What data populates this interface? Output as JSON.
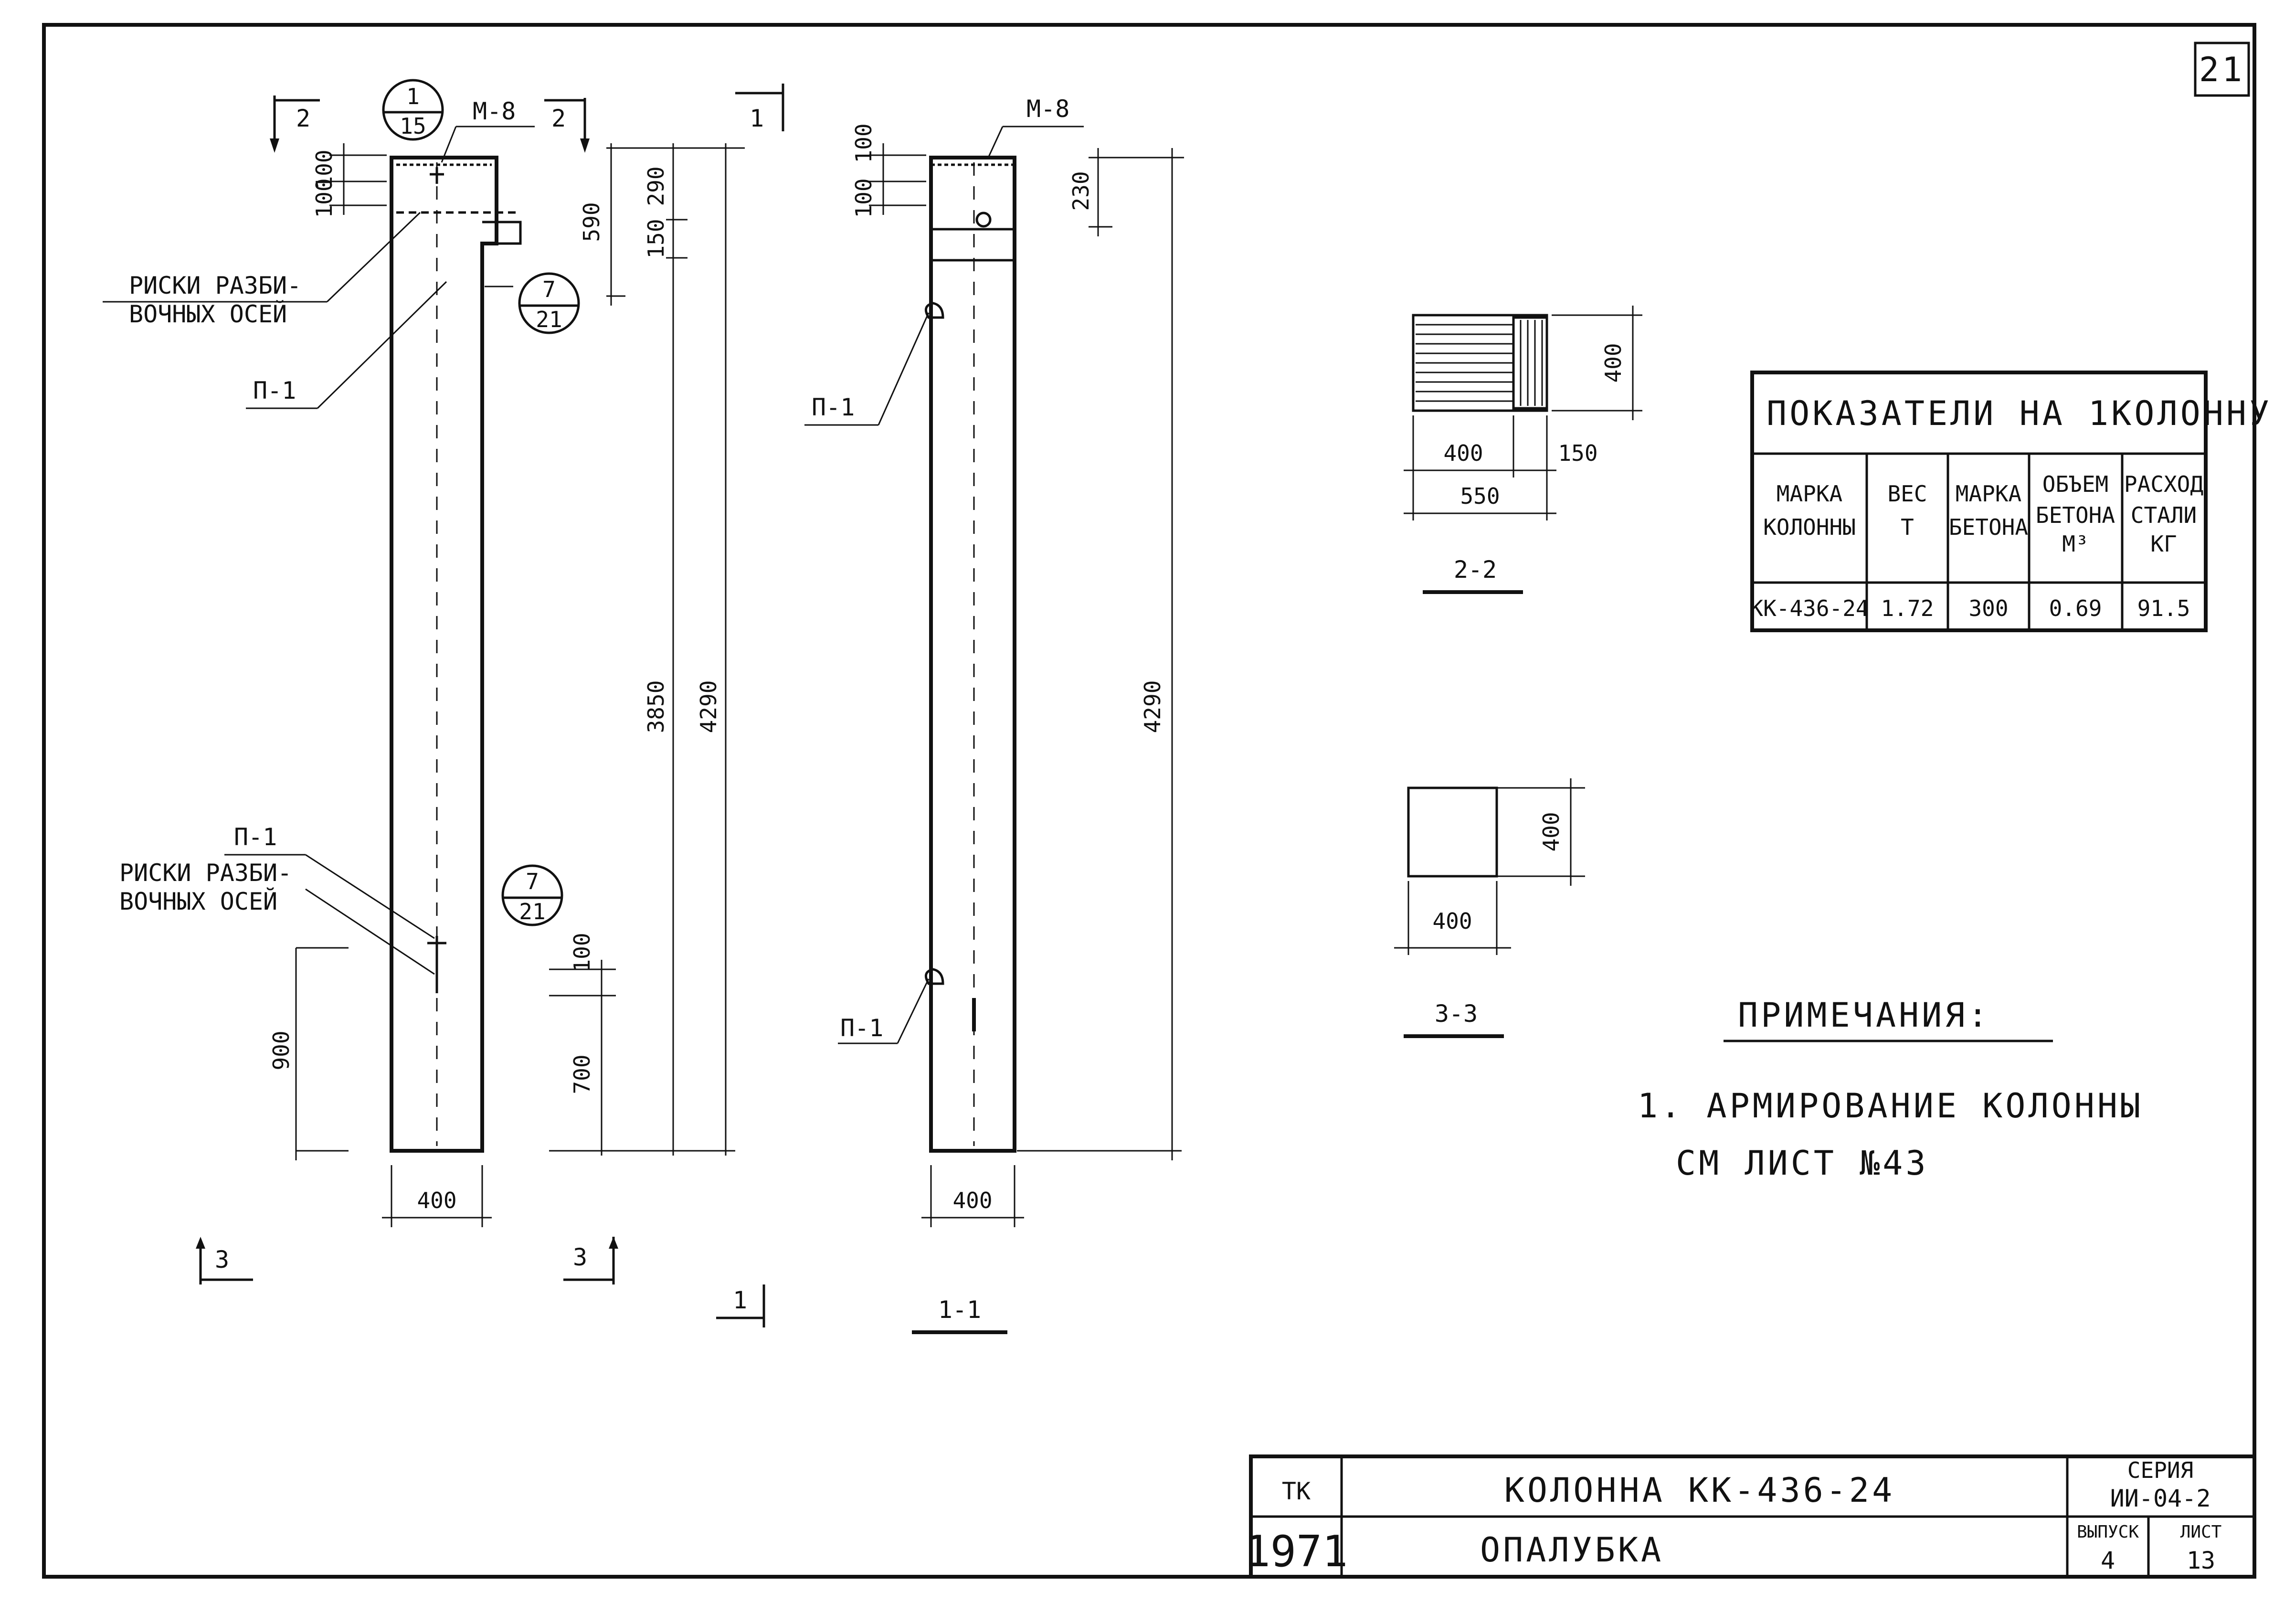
{
  "sheet_number": "21",
  "view_left": {
    "callout_top": {
      "num": "1",
      "den": "15"
    },
    "callout_mid": {
      "num": "7",
      "den": "21"
    },
    "callout_low": {
      "num": "7",
      "den": "21"
    },
    "embed_label": "М-8",
    "plate_label_top": "П-1",
    "plate_label_bottom": "П-1",
    "marks_label_top_1": "РИСКИ РАЗБИ-",
    "marks_label_top_2": "ВОЧНЫХ ОСЕЙ",
    "marks_label_bottom_1": "РИСКИ РАЗБИ-",
    "marks_label_bottom_2": "ВОЧНЫХ ОСЕЙ",
    "section_mark_2_left": "2",
    "section_mark_2_right": "2",
    "section_mark_1": "1",
    "section_mark_3_left": "3",
    "section_mark_3_right": "3",
    "section_mark_1_bottom": "1",
    "dims": {
      "top_100a": "100",
      "top_100b": "100",
      "d590": "590",
      "d290": "290",
      "d150": "150",
      "d3850": "3850",
      "d4290": "4290",
      "d900": "900",
      "d100": "100",
      "d700": "700",
      "width": "400"
    }
  },
  "view_section_1_1": {
    "embed_label": "М-8",
    "plate_label_top": "П-1",
    "plate_label_bottom": "П-1",
    "dims": {
      "top_100a": "100",
      "top_100b": "100",
      "d230": "230",
      "d4290": "4290",
      "width": "400"
    },
    "caption": "1-1"
  },
  "section_2_2": {
    "dims": {
      "height": "400",
      "w400": "400",
      "w150": "150",
      "w550": "550"
    },
    "caption": "2-2"
  },
  "section_3_3": {
    "dims": {
      "height": "400",
      "width": "400"
    },
    "caption": "3-3"
  },
  "indicators_table": {
    "title": "ПОКАЗАТЕЛИ НА 1КОЛОННУ",
    "headers": [
      [
        "МАРКА",
        "КОЛОННЫ"
      ],
      [
        "ВЕС",
        "Т"
      ],
      [
        "МАРКА",
        "БЕТОНА"
      ],
      [
        "ОБЪЕМ",
        "БЕТОНА",
        "М³"
      ],
      [
        "РАСХОД",
        "СТАЛИ",
        "КГ"
      ]
    ],
    "row": [
      "КК-436-24",
      "1.72",
      "300",
      "0.69",
      "91.5"
    ]
  },
  "notes": {
    "title": "ПРИМЕЧАНИЯ:",
    "line1": "1. АРМИРОВАНИЕ  КОЛОННЫ",
    "line2": "СМ  ЛИСТ №43"
  },
  "title_block": {
    "org": "ТК",
    "year": "1971",
    "name": "КОЛОННА  КК-436-24",
    "subtitle": "ОПАЛУБКА",
    "series_label": "СЕРИЯ",
    "series_value": "ИИ-04-2",
    "issue_label": "ВЫПУСК",
    "issue_value": "4",
    "sheet_label": "ЛИСТ",
    "sheet_value": "13"
  }
}
